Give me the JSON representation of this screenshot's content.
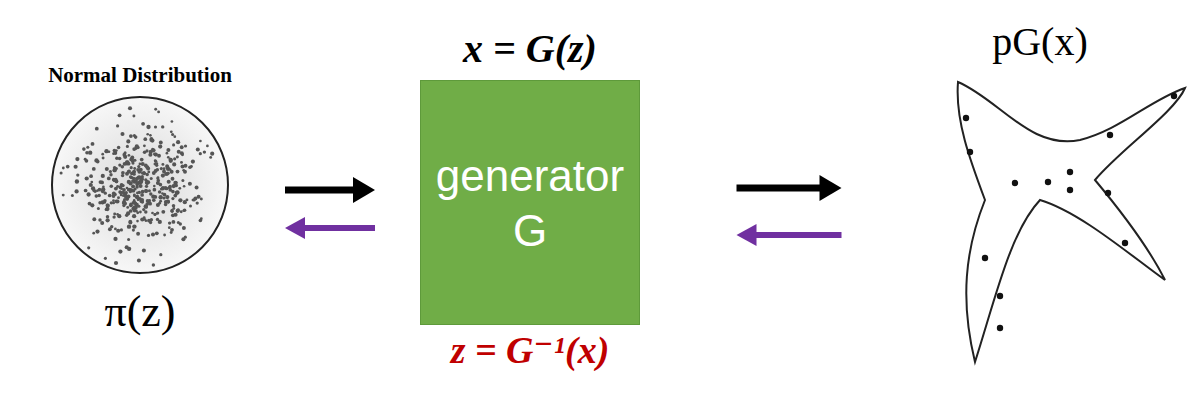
{
  "diagram": {
    "nodes": [
      {
        "text": [
          "Normal Distribution",
          "π(z)"
        ]
      },
      {
        "text": [
          "x = G(z)",
          "generator G",
          "z = G⁻¹(x)"
        ]
      },
      {
        "text": [
          "pG(x)"
        ]
      }
    ],
    "edges": [
      {
        "from": 0,
        "to": 1,
        "arrow": "to"
      },
      {
        "from": 1,
        "to": 0,
        "arrow": "to"
      },
      {
        "from": 1,
        "to": 2,
        "arrow": "to"
      },
      {
        "from": 2,
        "to": 1,
        "arrow": "to"
      }
    ]
  }
}
